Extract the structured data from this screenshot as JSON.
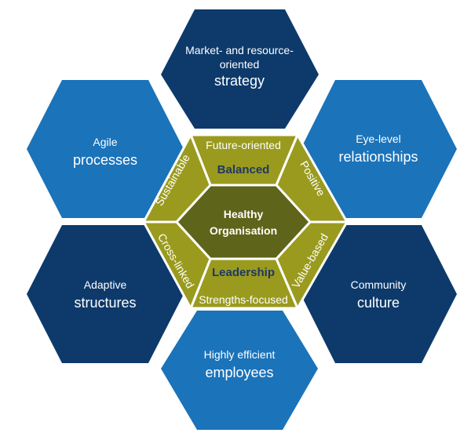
{
  "colors": {
    "dark_blue": "#0d3a6b",
    "light_blue": "#1b73ba",
    "olive": "#9a9a1f",
    "olive_dark": "#5e6419",
    "emphasis_text": "#1f3864"
  },
  "outer_hexagons": {
    "top": {
      "line1": "Market- and resource-",
      "line2": "oriented",
      "main": "strategy"
    },
    "top_right": {
      "line1": "Eye-level",
      "main": "relationships"
    },
    "bottom_right": {
      "line1": "Community",
      "main": "culture"
    },
    "bottom": {
      "line1": "Highly efficient",
      "main": "employees"
    },
    "bottom_left": {
      "line1": "Adaptive",
      "main": "structures"
    },
    "top_left": {
      "line1": "Agile",
      "main": "processes"
    }
  },
  "inner_ring": {
    "top": "Future-oriented",
    "top_right": "Positive",
    "bottom_right": "Value-based",
    "bottom": "Strengths-focused",
    "bottom_left": "Cross-linked",
    "top_left": "Sustainable",
    "upper_label": "Balanced",
    "lower_label": "Leadership"
  },
  "center": {
    "line1": "Healthy",
    "line2": "Organisation"
  }
}
